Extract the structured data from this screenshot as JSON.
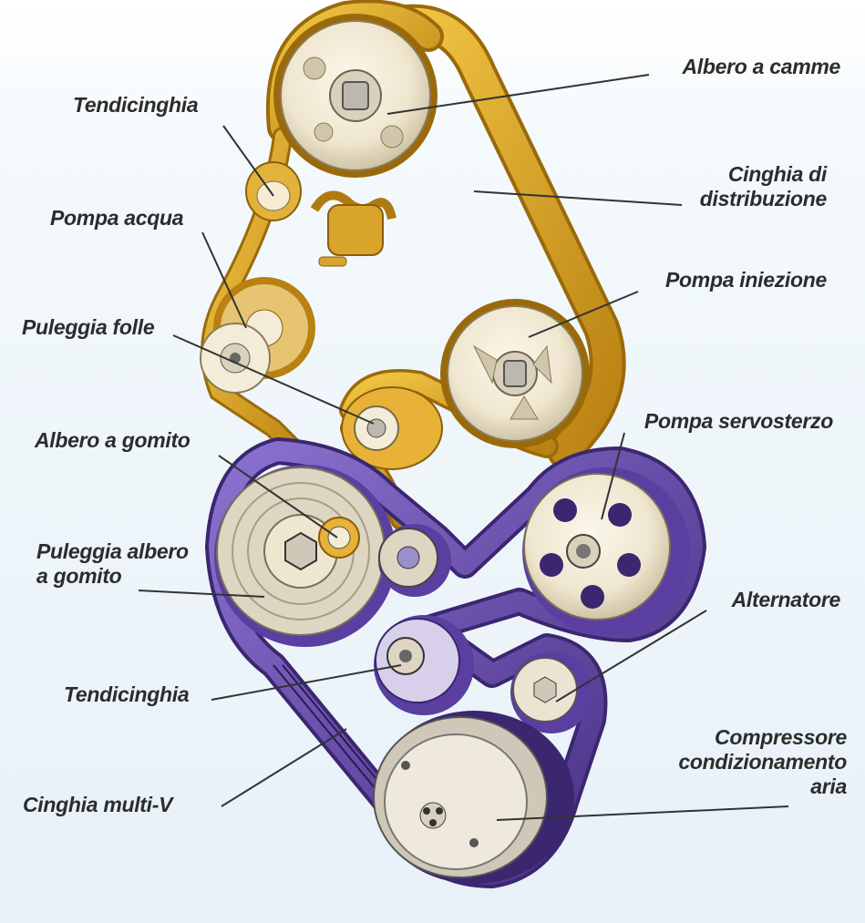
{
  "labels": {
    "albero_camme": "Albero a camme",
    "tendicinghia_top": "Tendicinghia",
    "cinghia_distribuzione_1": "Cinghia di",
    "cinghia_distribuzione_2": "distribuzione",
    "pompa_acqua": "Pompa acqua",
    "pompa_iniezione": "Pompa iniezione",
    "puleggia_folle": "Puleggia folle",
    "pompa_servosterzo": "Pompa servosterzo",
    "albero_gomito": "Albero a gomito",
    "puleggia_albero_1": "Puleggia albero",
    "puleggia_albero_2": "a gomito",
    "alternatore": "Alternatore",
    "tendicinghia_bottom": "Tendicinghia",
    "compressore_1": "Compressore",
    "compressore_2": "condizionamento",
    "compressore_3": "aria",
    "cinghia_multiv": "Cinghia multi-V"
  },
  "colors": {
    "timing_belt": "#d9a21c",
    "timing_belt_dark": "#9a6a0a",
    "multiv_belt": "#6a4fb4",
    "multiv_belt_dark": "#3b2670",
    "pulley_face": "#f3ecd8",
    "metal": "#bdb8ae",
    "label_text": "#2c2c2c",
    "leader_line": "#333333"
  }
}
